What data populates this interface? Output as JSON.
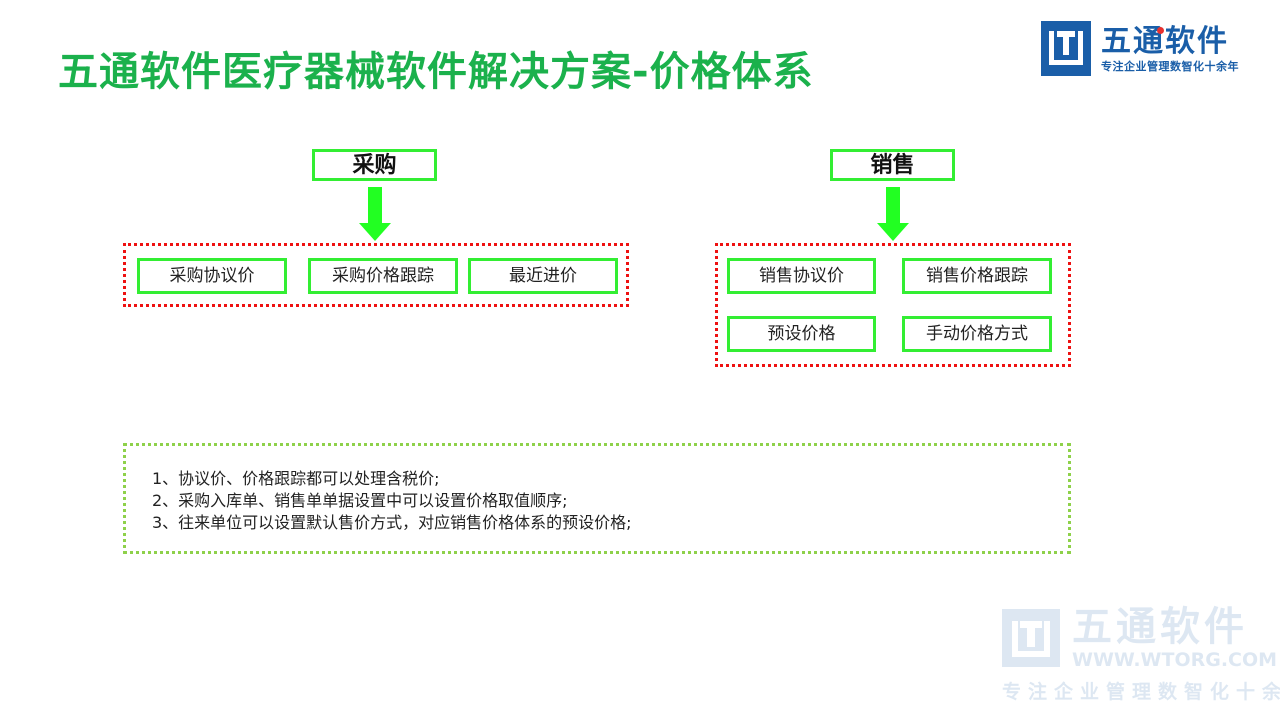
{
  "header": {
    "title": "五通软件医疗器械软件解决方案-价格体系"
  },
  "logo": {
    "name": "五通软件",
    "slogan": "专注企业管理数智化十余年",
    "icon": "wt-logo-icon",
    "colors": {
      "brand": "#1a5ea8",
      "dot": "#e8312f"
    }
  },
  "purchase": {
    "label": "采购",
    "items": [
      "采购协议价",
      "采购价格跟踪",
      "最近进价"
    ]
  },
  "sales": {
    "label": "销售",
    "items": [
      "销售协议价",
      "销售价格跟踪",
      "预设价格",
      "手动价格方式"
    ]
  },
  "notes": [
    "1、协议价、价格跟踪都可以处理含税价;",
    "2、采购入库单、销售单单据设置中可以设置价格取值顺序;",
    "3、往来单位可以设置默认售价方式，对应销售价格体系的预设价格;"
  ],
  "watermark": {
    "name": "五通软件",
    "url": "WWW.WTORG.COM",
    "slogan": "专注企业管理数智化十余年"
  },
  "colors": {
    "title": "#1bb14c",
    "box_border": "#33ee33",
    "arrow": "#22ff22",
    "group_border": "#ee1111",
    "notes_border": "#8ed14a"
  }
}
